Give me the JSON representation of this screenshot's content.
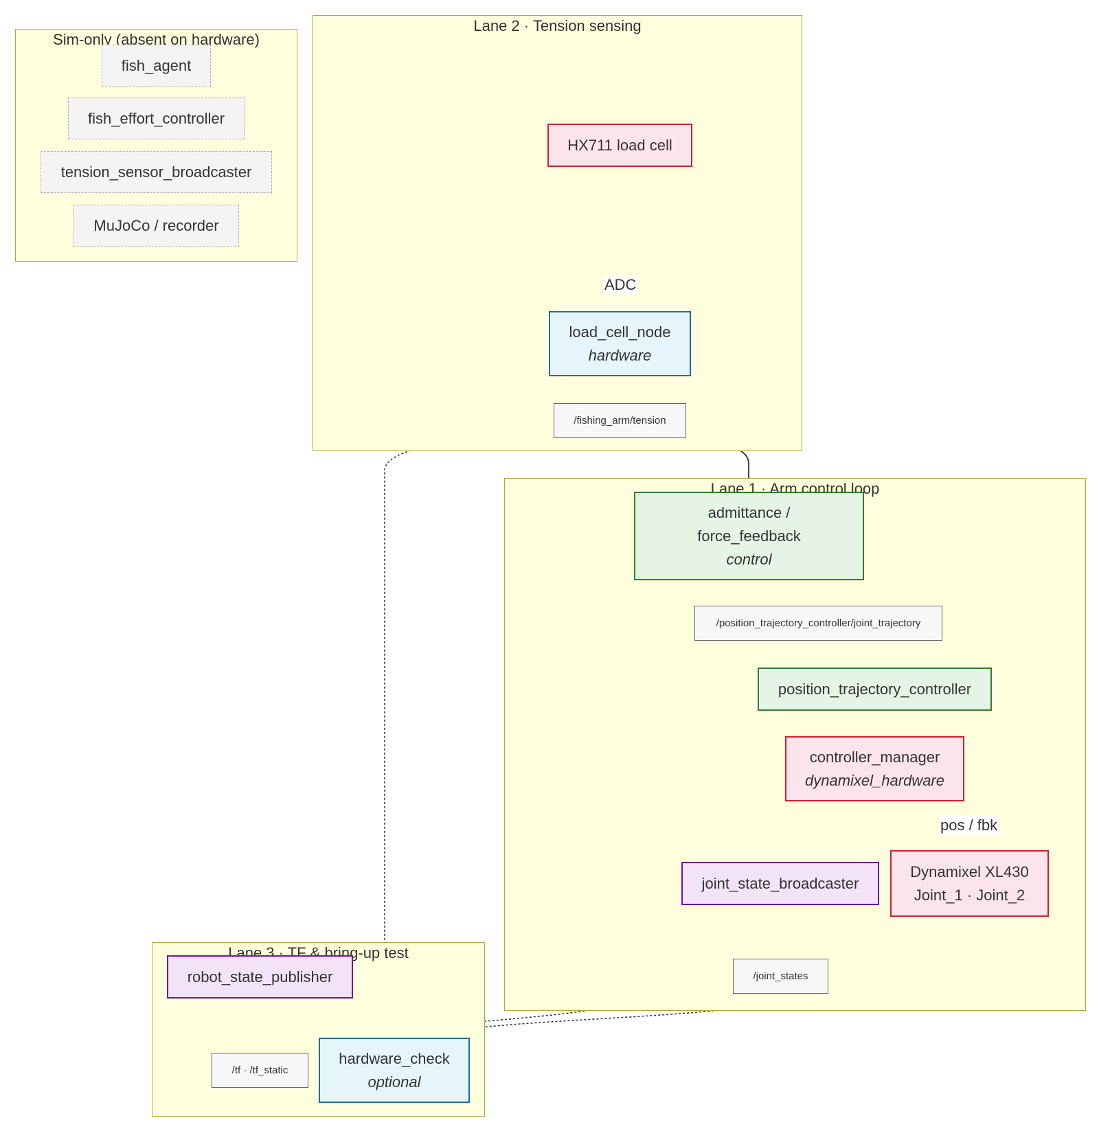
{
  "lanes": {
    "sim": {
      "title": "Sim-only (absent on hardware)"
    },
    "lane2": {
      "title": "Lane 2 · Tension sensing"
    },
    "lane1": {
      "title": "Lane 1 · Arm control loop"
    },
    "lane3": {
      "title": "Lane 3 · TF & bring-up test"
    }
  },
  "nodes": {
    "fish_agent": "fish_agent",
    "fish_effort_controller": "fish_effort_controller",
    "tension_sensor_broadcaster": "tension_sensor_broadcaster",
    "mujoco_recorder": "MuJoCo / recorder",
    "hx711": "HX711 load cell",
    "load_cell_node": {
      "name": "load_cell_node",
      "tag": "hardware"
    },
    "tension_topic": "/fishing_arm/tension",
    "admittance": {
      "line1": "admittance /",
      "line2": "force_feedback",
      "tag": "control"
    },
    "joint_trajectory_topic": "/position_trajectory_controller/joint_trajectory",
    "position_trajectory_controller": "position_trajectory_controller",
    "controller_manager": {
      "name": "controller_manager",
      "tag": "dynamixel_hardware"
    },
    "joint_state_broadcaster": "joint_state_broadcaster",
    "dynamixel": {
      "line1": "Dynamixel XL430",
      "line2": "Joint_1 · Joint_2"
    },
    "joint_states_topic": "/joint_states",
    "robot_state_publisher": "robot_state_publisher",
    "tf_topic": "/tf · /tf_static",
    "hardware_check": {
      "name": "hardware_check",
      "tag": "optional"
    }
  },
  "edge_labels": {
    "adc": "ADC",
    "pos_fbk": "pos / fbk"
  },
  "colors": {
    "lane_fill": "#ffffde",
    "lane_border": "#aaaa33",
    "hardware_fill": "#fce4ec",
    "hardware_border": "#cc2233",
    "driver_fill": "#e6f4fb",
    "driver_border": "#1a6f9c",
    "control_fill": "#e6f4e6",
    "control_border": "#2e7d32",
    "publisher_fill": "#f3e3f6",
    "publisher_border": "#6a1b9a",
    "edge": "#333333"
  }
}
